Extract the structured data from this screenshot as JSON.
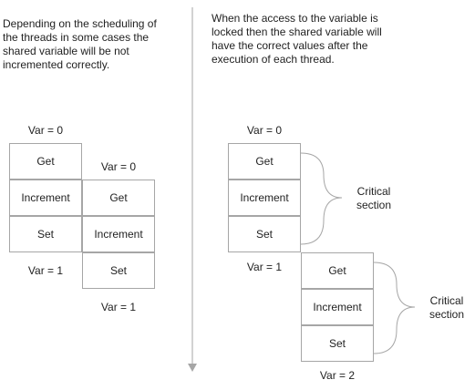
{
  "left": {
    "description": "Depending on the scheduling of the threads in some cases the shared variable will be not incremented correctly.",
    "thread1": {
      "var_before": "Var = 0",
      "steps": [
        "Get",
        "Increment",
        "Set"
      ],
      "var_after": "Var = 1"
    },
    "thread2": {
      "var_before": "Var = 0",
      "steps": [
        "Get",
        "Increment",
        "Set"
      ],
      "var_after": "Var = 1"
    }
  },
  "right": {
    "description": "When the access to the variable is locked then the shared variable will have the correct values after the execution of each thread.",
    "thread1": {
      "var_before": "Var = 0",
      "steps": [
        "Get",
        "Increment",
        "Set"
      ],
      "var_after": "Var = 1",
      "brace_label": "Critical section"
    },
    "thread2": {
      "steps": [
        "Get",
        "Increment",
        "Set"
      ],
      "var_after": "Var = 2",
      "brace_label": "Critical section"
    }
  },
  "colors": {
    "border": "#a6a6a6",
    "divider": "#a6a6a6",
    "text": "#222222"
  }
}
